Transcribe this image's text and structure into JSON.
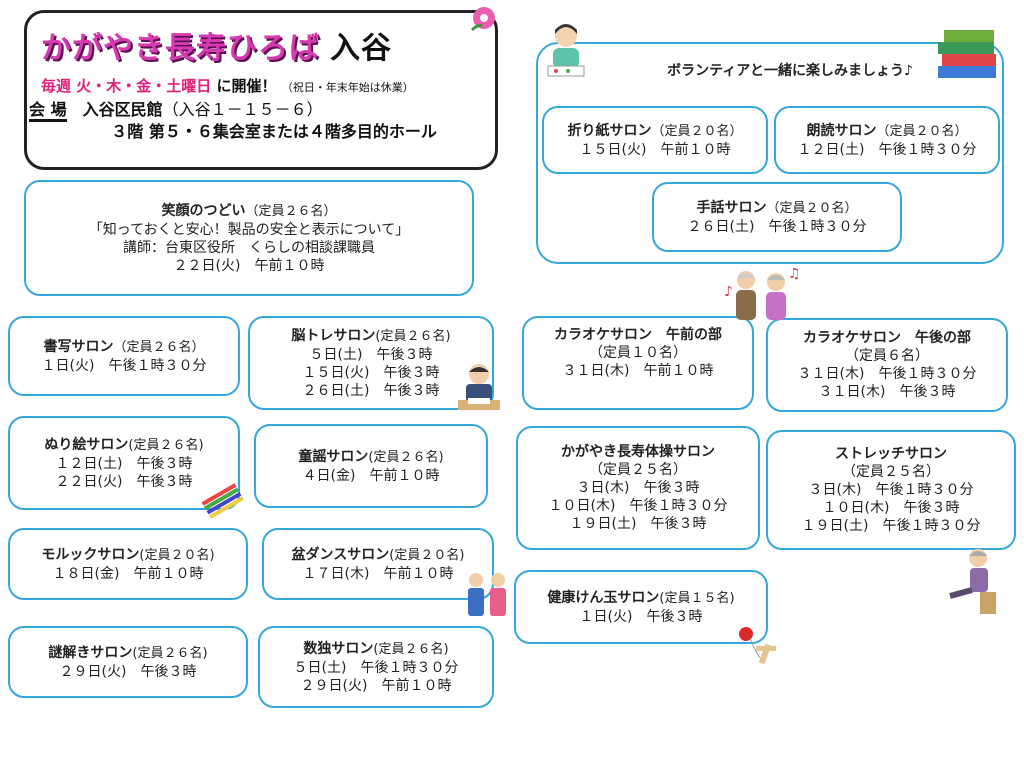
{
  "header": {
    "title": "かがやき長寿ひろば",
    "place": "入谷",
    "open_prefix": "毎週",
    "open_days": "火・木・金・土曜日",
    "open_suffix": "に開催！",
    "open_note": "（祝日・年末年始は休業）",
    "venue_label": "会 場",
    "venue_name": "入谷区民館",
    "venue_addr": "（入谷１－１５－６）",
    "venue_rooms": "３階 第５・６集会室または４階多目的ホール"
  },
  "volunteer_title": "ボランティアと一緒に楽しみましょう♪",
  "events": [
    {
      "name": "笑顔のつどい",
      "cap": "（定員２６名）",
      "lines": [
        "「知っておくと安心！製品の安全と表示について」",
        "講師：台東区役所　くらしの相談課職員",
        "２２日(火)　午前１０時"
      ]
    },
    {
      "name": "書写サロン",
      "cap": "（定員２６名）",
      "lines": [
        "１日(火)　午後１時３０分"
      ]
    },
    {
      "name": "脳トレサロン",
      "cap": "(定員２６名)",
      "lines": [
        "５日(土)　午後３時",
        "１５日(火)　午後３時",
        "２６日(土)　午後３時"
      ]
    },
    {
      "name": "ぬり絵サロン",
      "cap": "(定員２６名)",
      "lines": [
        "１２日(土)　午後３時",
        "２２日(火)　午後３時"
      ]
    },
    {
      "name": "童謡サロン",
      "cap": "(定員２６名)",
      "lines": [
        "４日(金)　午前１０時"
      ]
    },
    {
      "name": "モルックサロン",
      "cap": "(定員２０名)",
      "lines": [
        "１８日(金)　午前１０時"
      ]
    },
    {
      "name": "盆ダンスサロン",
      "cap": "(定員２０名)",
      "lines": [
        "１７日(木)　午前１０時"
      ]
    },
    {
      "name": "謎解きサロン",
      "cap": "(定員２６名)",
      "lines": [
        "２９日(火)　午後３時"
      ]
    },
    {
      "name": "数独サロン",
      "cap": "(定員２６名)",
      "lines": [
        "５日(土)　午後１時３０分",
        "２９日(火)　午前１０時"
      ]
    },
    {
      "name": "折り紙サロン",
      "cap": "（定員２０名）",
      "lines": [
        "１５日(火)　午前１０時"
      ]
    },
    {
      "name": "朗読サロン",
      "cap": "（定員２０名）",
      "lines": [
        "１２日(土)　午後１時３０分"
      ]
    },
    {
      "name": "手話サロン",
      "cap": "（定員２０名）",
      "lines": [
        "２６日(土)　午後１時３０分"
      ]
    },
    {
      "name": "カラオケサロン　午前の部",
      "cap": "",
      "lines": [
        "（定員１０名）",
        "３１日(木)　午前１０時"
      ]
    },
    {
      "name": "カラオケサロン　午後の部",
      "cap": "",
      "lines": [
        "（定員６名）",
        "３１日(木)　午後１時３０分",
        "３１日(木)　午後３時"
      ]
    },
    {
      "name": "かがやき長寿体操サロン",
      "cap": "",
      "lines": [
        "（定員２５名）",
        "３日(木)　午後３時",
        "１０日(木)　午後１時３０分",
        "１９日(土)　午後３時"
      ]
    },
    {
      "name": "ストレッチサロン",
      "cap": "",
      "lines": [
        "（定員２５名）",
        "３日(木)　午後１時３０分",
        "１０日(木)　午後３時",
        "１９日(土)　午後１時３０分"
      ]
    },
    {
      "name": "健康けん玉サロン",
      "cap": "(定員１５名)",
      "lines": [
        "１日(火)　午後３時"
      ]
    }
  ],
  "icons": [
    "morning-glory-icon",
    "volunteer-drawing-icon",
    "books-icon",
    "karaoke-singers-icon",
    "brain-training-man-icon",
    "colored-pencils-icon",
    "bon-dance-kids-icon",
    "stretching-woman-icon",
    "kendama-icon"
  ]
}
